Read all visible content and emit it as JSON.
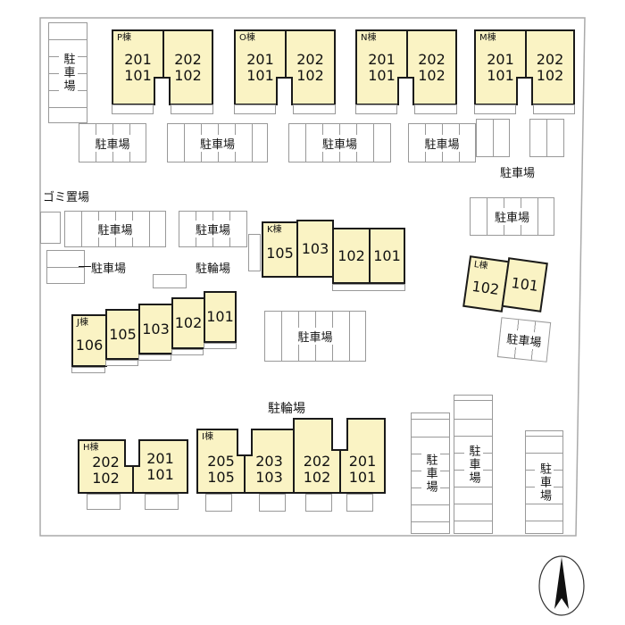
{
  "labels": {
    "parking": "駐車場",
    "bicycle_parking": "駐輪場",
    "garbage": "ゴミ置場"
  },
  "buildings": {
    "P": {
      "name": "P棟",
      "units": [
        [
          "201",
          "101"
        ],
        [
          "202",
          "102"
        ]
      ]
    },
    "O": {
      "name": "O棟",
      "units": [
        [
          "201",
          "101"
        ],
        [
          "202",
          "102"
        ]
      ]
    },
    "N": {
      "name": "N棟",
      "units": [
        [
          "201",
          "101"
        ],
        [
          "202",
          "102"
        ]
      ]
    },
    "M": {
      "name": "M棟",
      "units": [
        [
          "201",
          "101"
        ],
        [
          "202",
          "102"
        ]
      ]
    },
    "K": {
      "name": "K棟",
      "units": [
        "105",
        "103",
        "102",
        "101"
      ]
    },
    "L": {
      "name": "L棟",
      "units": [
        "102",
        "101"
      ]
    },
    "J": {
      "name": "J棟",
      "units": [
        "106",
        "105",
        "103",
        "102",
        "101"
      ]
    },
    "H": {
      "name": "H棟",
      "units": [
        [
          "202",
          "102"
        ],
        [
          "201",
          "101"
        ]
      ]
    },
    "I": {
      "name": "I棟",
      "units": [
        [
          "205",
          "105"
        ],
        [
          "203",
          "103"
        ],
        [
          "202",
          "102"
        ],
        [
          "201",
          "101"
        ]
      ]
    }
  },
  "colors": {
    "building_fill": "#faf3c4",
    "outline": "#1a1a1a"
  },
  "compass": {
    "icon": "north-arrow-icon"
  }
}
